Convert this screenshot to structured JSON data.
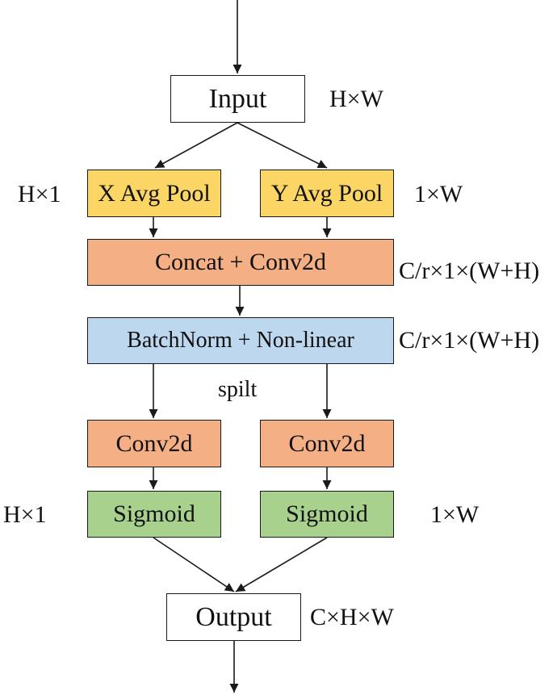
{
  "nodes": {
    "input": {
      "label": "Input",
      "fill": "#ffffff"
    },
    "x_pool": {
      "label": "X Avg Pool",
      "fill": "#fcd664"
    },
    "y_pool": {
      "label": "Y Avg Pool",
      "fill": "#fcd664"
    },
    "concat": {
      "label": "Concat + Conv2d",
      "fill": "#f4b084"
    },
    "batchnorm": {
      "label": "BatchNorm + Non-linear",
      "fill": "#bdd7ee"
    },
    "conv_left": {
      "label": "Conv2d",
      "fill": "#f4b084"
    },
    "conv_right": {
      "label": "Conv2d",
      "fill": "#f4b084"
    },
    "sigmoid_left": {
      "label": "Sigmoid",
      "fill": "#a9d18e"
    },
    "sigmoid_right": {
      "label": "Sigmoid",
      "fill": "#a9d18e"
    },
    "output": {
      "label": "Output",
      "fill": "#ffffff"
    }
  },
  "annotations": {
    "input_dim": "H×W",
    "x_pool_dim": "H×1",
    "y_pool_dim": "1×W",
    "concat_dim": "C/r×1×(W+H)",
    "batchnorm_dim": "C/r×1×(W+H)",
    "split_label": "spilt",
    "sigmoid_left_dim": "H×1",
    "sigmoid_right_dim": "1×W",
    "output_dim": "C×H×W"
  }
}
